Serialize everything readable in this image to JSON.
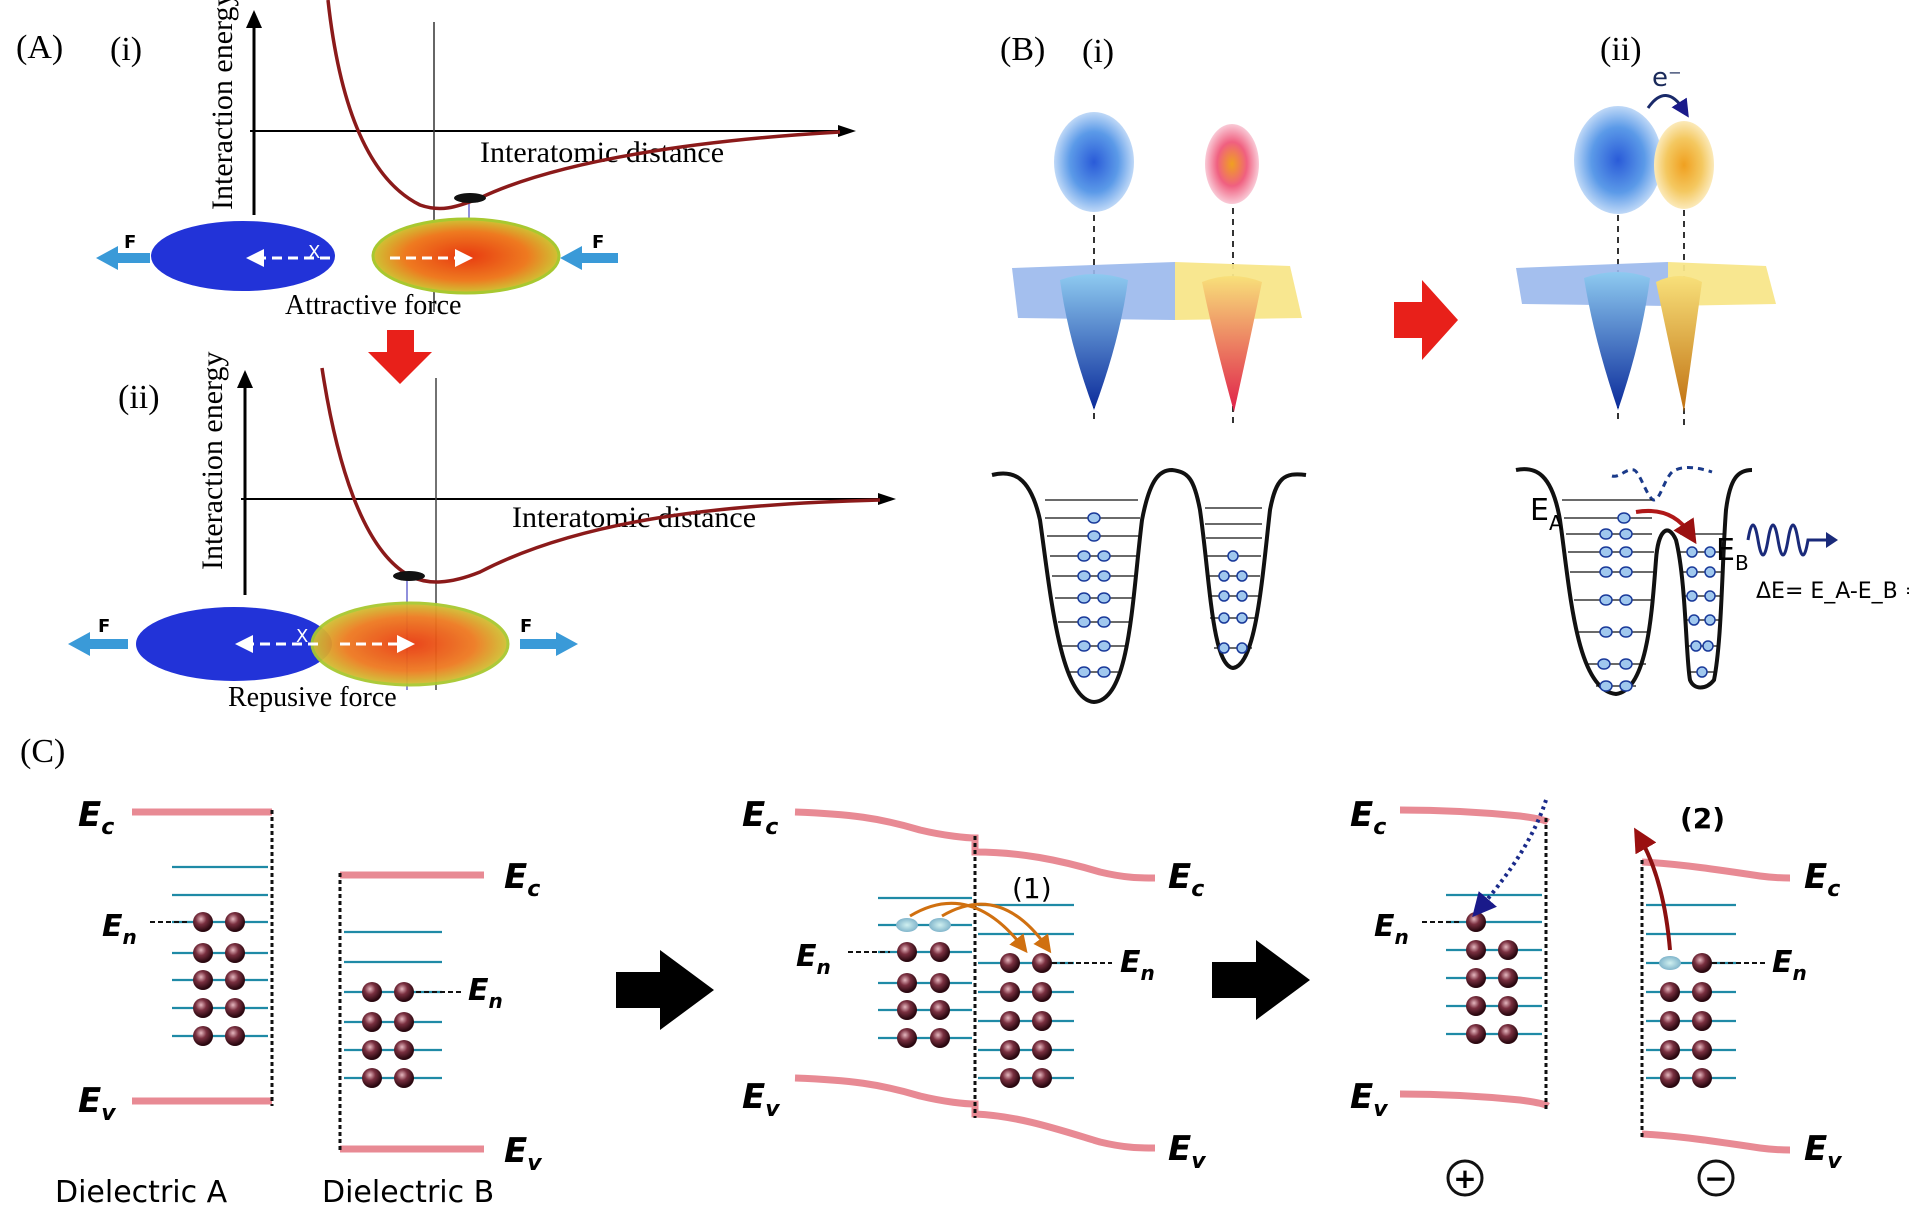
{
  "panel_a": {
    "label": "(A)",
    "sub_i": "(i)",
    "sub_ii": "(ii)",
    "y_axis_label": "Interaction energy",
    "x_axis_label": "Interatomic distance",
    "attractive_label": "Attractive force",
    "repulsive_label": "Repusive force",
    "force_symbol": "F",
    "x_symbol": "X"
  },
  "panel_b": {
    "label": "(B)",
    "sub_i": "(i)",
    "sub_ii": "(ii)",
    "electron_label": "e⁻",
    "ea_label": "E",
    "ea_sub": "A",
    "eb_label": "E",
    "eb_sub": "B",
    "energy_eq": "ΔE= E_A-E_B = hν"
  },
  "panel_c": {
    "label": "(C)",
    "ec": "E",
    "ec_sub": "c",
    "ev": "E",
    "ev_sub": "v",
    "en": "E",
    "en_sub": "n",
    "step1": "(1)",
    "step2": "(2)",
    "dielectric_a": "Dielectric A",
    "dielectric_b": "Dielectric B",
    "plus_sign": "+",
    "minus_sign": "−"
  },
  "colors": {
    "blue_atom": "#2233d8",
    "orange_atom": "#e8501a",
    "curve": "#8b1a1a",
    "red_arrow": "#e8201a",
    "band_line": "#e88a94",
    "level_line": "#1f8aa6"
  }
}
